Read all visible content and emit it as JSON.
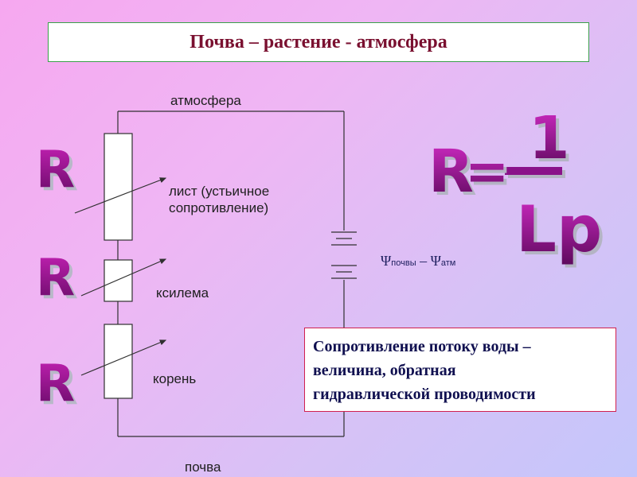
{
  "title": "Почва – растение - атмосфера",
  "labels": {
    "top": "атмосфера",
    "leaf_line1": "лист (устьичное",
    "leaf_line2": "сопротивление)",
    "xylem": "ксилема",
    "root": "корень",
    "bottom": "почва"
  },
  "resistor_symbols": [
    "R",
    "R",
    "R"
  ],
  "formula": {
    "lhs": "R",
    "equals": "=",
    "numerator": "1",
    "denominator": "Lp"
  },
  "potential": {
    "psi": "Ψ",
    "soil_sub": "почвы",
    "minus": "–",
    "atm_sub": "атм"
  },
  "definition": {
    "line1": "Сопротивление потоку воды –",
    "line2": "величина, обратная",
    "line3": "гидравлической проводимости"
  },
  "colors": {
    "title_text": "#7a1030",
    "title_border": "#3aa04a",
    "definition_border": "#d02050",
    "symbol_gradient_top": "#c020b0",
    "symbol_gradient_bottom": "#6a0c6a"
  }
}
